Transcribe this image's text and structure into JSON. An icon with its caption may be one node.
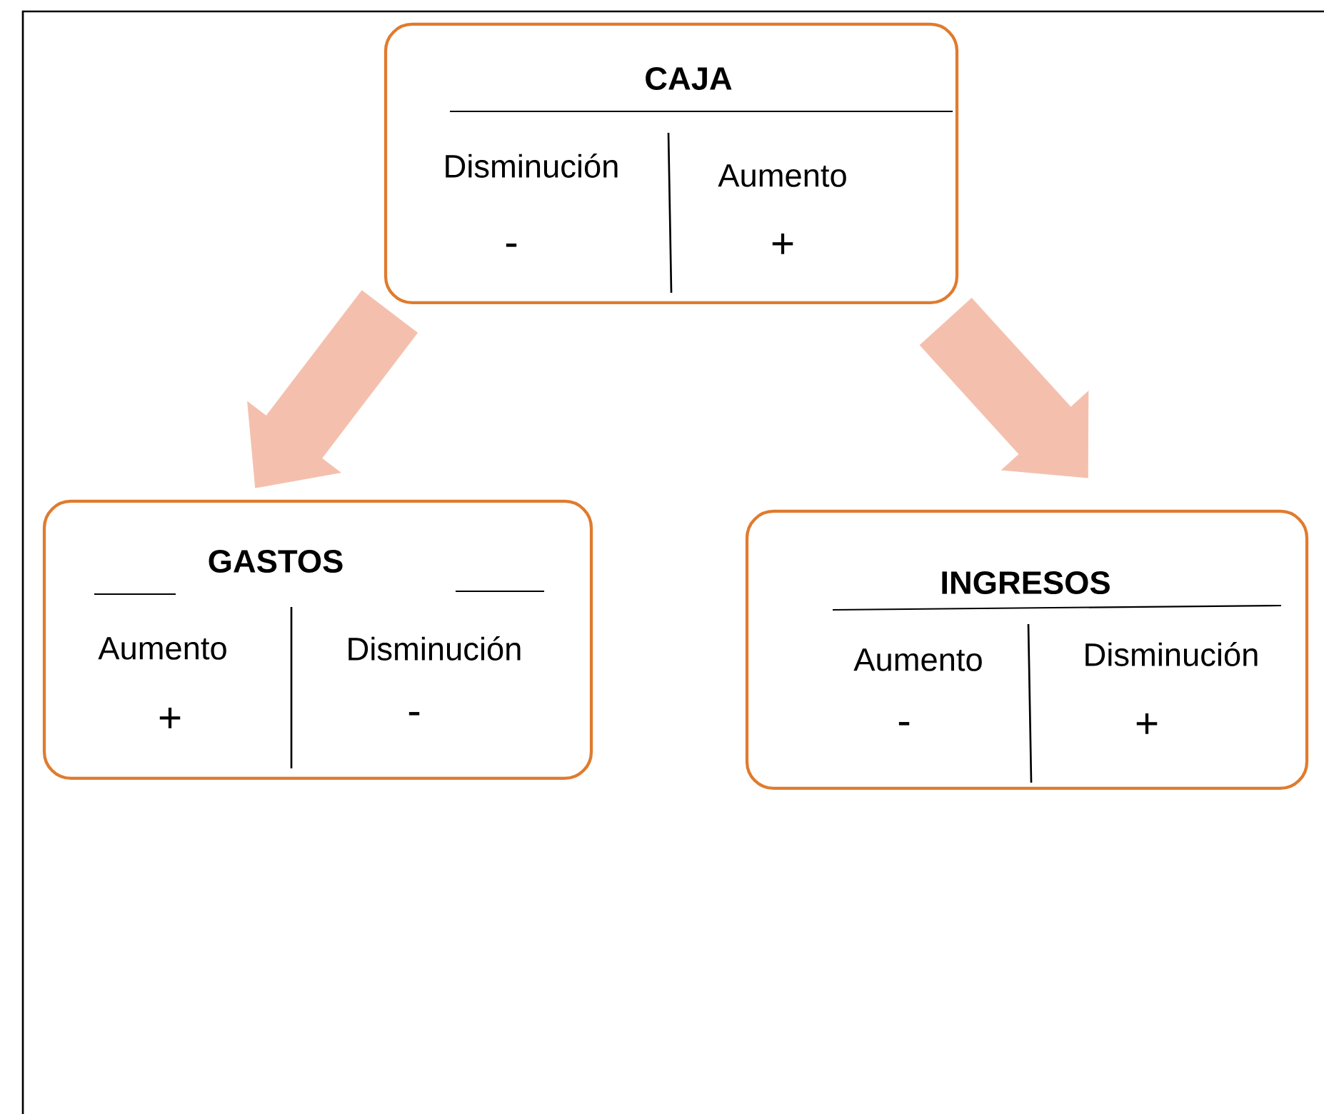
{
  "diagram": {
    "nodes": [
      {
        "text": [
          "CAJA",
          "Disminución",
          "Aumento",
          "-",
          "+"
        ]
      },
      {
        "text": [
          "GASTOS",
          "Aumento",
          "Disminución",
          "+",
          "-"
        ]
      },
      {
        "text": [
          "INGRESOS",
          "Aumento",
          "Disminución",
          "-",
          "+"
        ]
      }
    ],
    "edges": [
      {
        "from": 0,
        "to": 1,
        "arrow": "to",
        "color": "#f4c0ad"
      },
      {
        "from": 0,
        "to": 2,
        "arrow": "to",
        "color": "#f4c0ad"
      }
    ]
  }
}
